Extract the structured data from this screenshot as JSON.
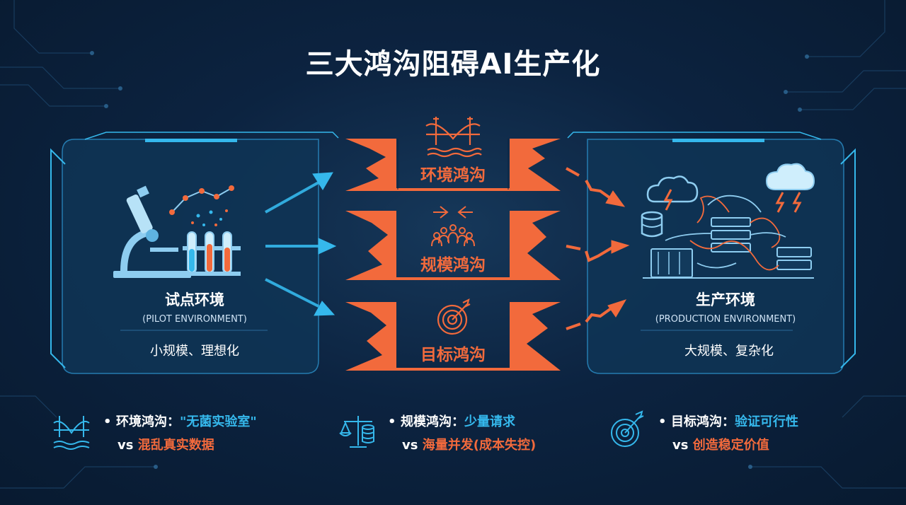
{
  "title": "三大鸿沟阻碍AI生产化",
  "left_panel": {
    "title": "试点环境",
    "subtitle": "(PILOT ENVIRONMENT)",
    "description": "小规模、理想化",
    "icon": "microscope-lab-icon"
  },
  "right_panel": {
    "title": "生产环境",
    "subtitle": "(PRODUCTION ENVIRONMENT)",
    "description": "大规模、复杂化",
    "icon": "server-cloud-chaos-icon"
  },
  "gaps": [
    {
      "label": "环境鸿沟",
      "icon": "bridge-icon"
    },
    {
      "label": "规模鸿沟",
      "icon": "crowd-icon"
    },
    {
      "label": "目标鸿沟",
      "icon": "target-icon"
    }
  ],
  "bottom": [
    {
      "icon": "bridge-icon",
      "head": "环境鸿沟：",
      "highlight": "\"无菌实验室\"",
      "vs": "vs",
      "contrast": "混乱真实数据"
    },
    {
      "icon": "scale-icon",
      "head": "规模鸿沟：",
      "highlight": "少量请求",
      "vs": "vs",
      "contrast": "海量并发(成本失控)"
    },
    {
      "icon": "target-icon",
      "head": "目标鸿沟：",
      "highlight": "验证可行性",
      "vs": "vs",
      "contrast": "创造稳定价值"
    }
  ],
  "colors": {
    "accent_cyan": "#35b8ec",
    "accent_orange": "#f26a3c",
    "background": "#0c2340"
  }
}
